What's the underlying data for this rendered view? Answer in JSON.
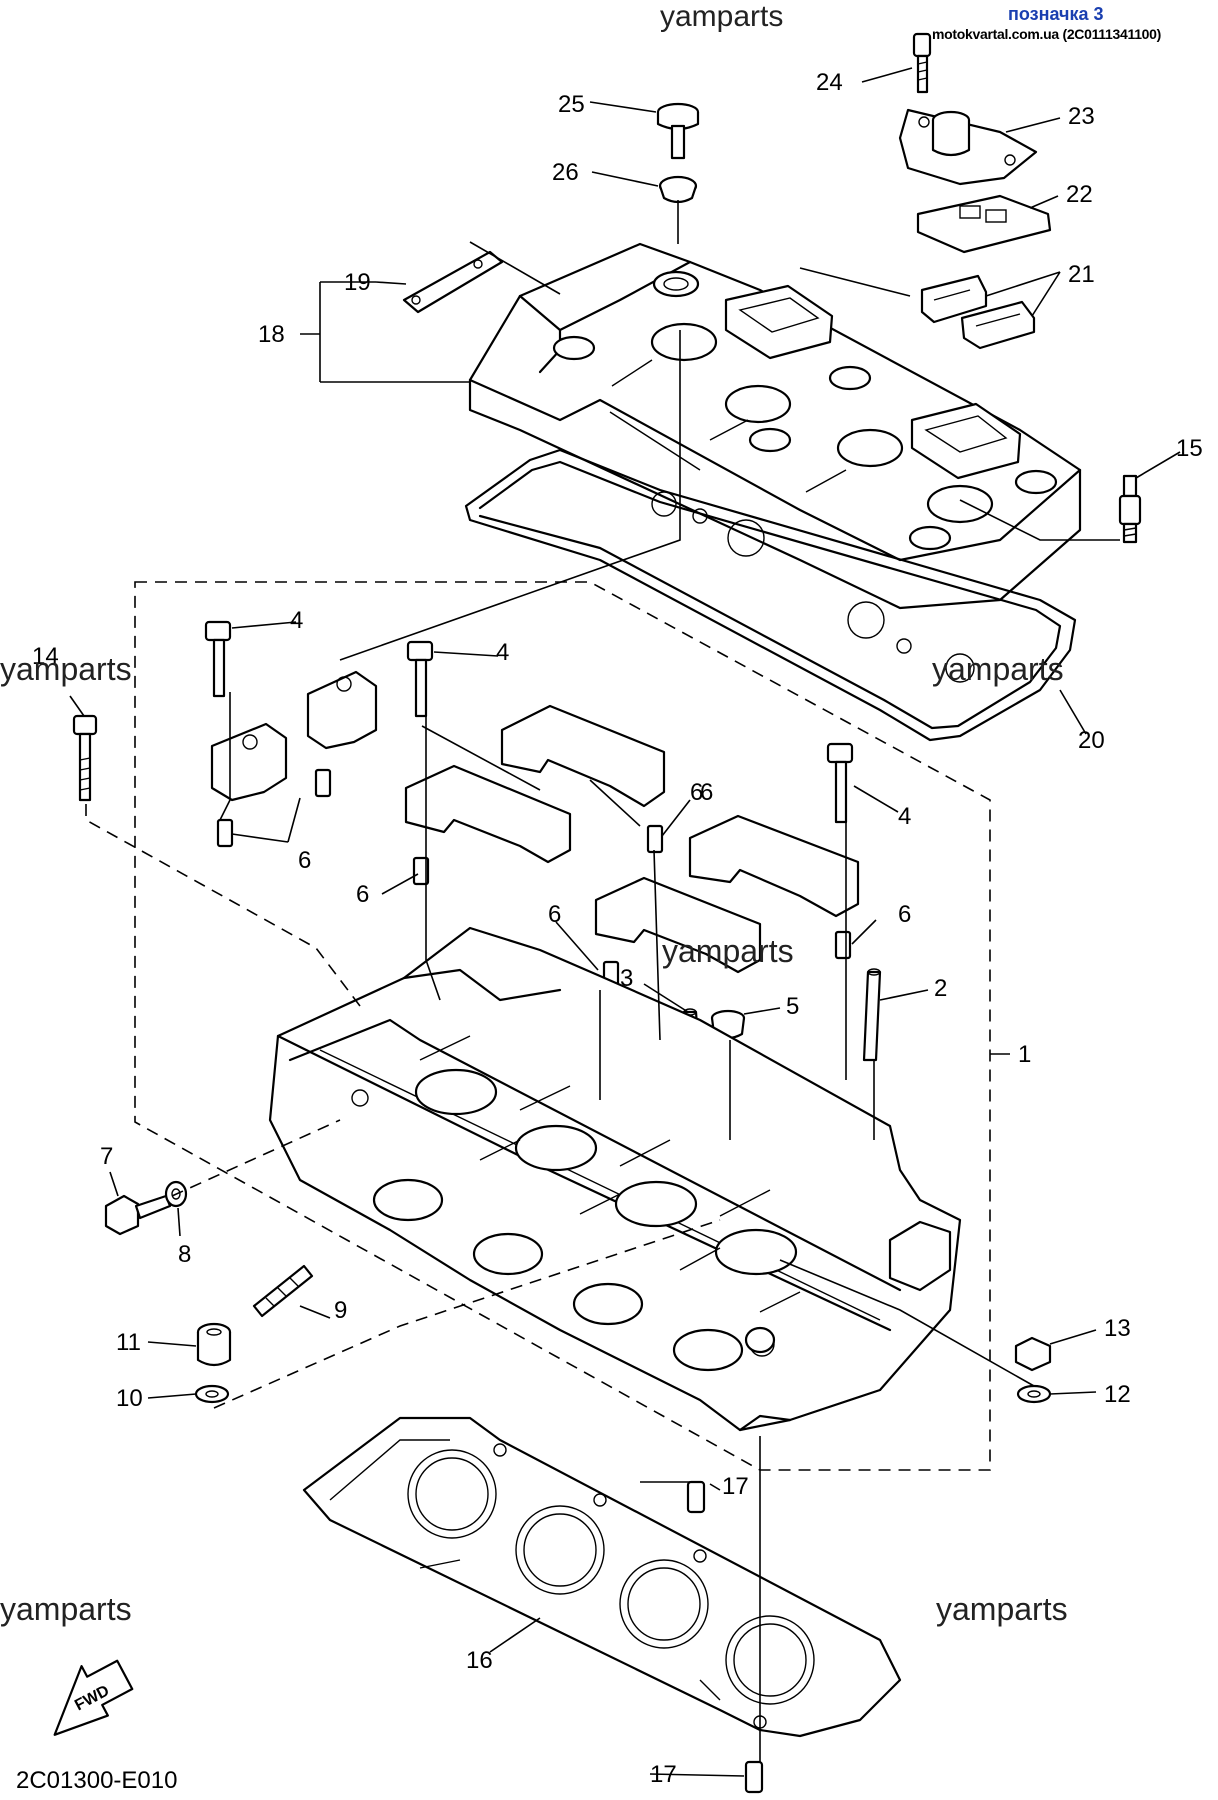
{
  "header": {
    "label": "позначка 3",
    "source": "motokvartal.com.ua (2C0111341100)",
    "watermark_top": "yamparts"
  },
  "watermarks": [
    "yamparts",
    "yamparts",
    "yamparts",
    "yamparts",
    "yamparts"
  ],
  "callouts": [
    "1",
    "2",
    "3",
    "4",
    "4",
    "4",
    "5",
    "6",
    "6",
    "6",
    "6",
    "6",
    "6",
    "7",
    "8",
    "9",
    "10",
    "11",
    "12",
    "13",
    "14",
    "15",
    "16",
    "17",
    "17",
    "18",
    "19",
    "20",
    "21",
    "22",
    "23",
    "24",
    "25",
    "26"
  ],
  "fwd_label": "FWD",
  "diagram_code": "2C01300-E010"
}
